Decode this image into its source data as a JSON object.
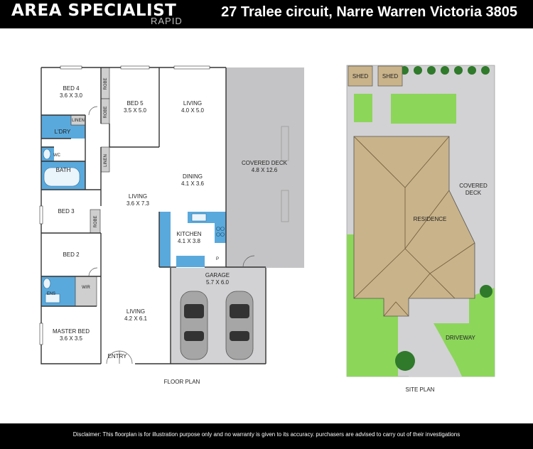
{
  "header": {
    "logo": "AREA SPECIALIST",
    "logo_sub": "RAPID",
    "address": "27 Tralee circuit, Narre Warren Victoria 3805"
  },
  "floor_plan": {
    "caption": "FLOOR PLAN",
    "rooms": {
      "bed4": {
        "name": "BED 4",
        "size": "3.6 X 3.0"
      },
      "bed5": {
        "name": "BED 5",
        "size": "3.5 X 5.0"
      },
      "living_top": {
        "name": "LIVING",
        "size": "4.0 X 5.0"
      },
      "covered_deck": {
        "name": "COVERED DECK",
        "size": "4.8 X 12.6"
      },
      "ldry": {
        "name": "L'DRY"
      },
      "linen1": {
        "name": "LINEN"
      },
      "linen2": {
        "name": "LINEN"
      },
      "robe1": {
        "name": "ROBE"
      },
      "robe2": {
        "name": "ROBE"
      },
      "robe3": {
        "name": "ROBE"
      },
      "wc": {
        "name": "WC"
      },
      "bath": {
        "name": "BATH"
      },
      "dining": {
        "name": "DINING",
        "size": "4.1 X 3.6"
      },
      "living_mid": {
        "name": "LIVING",
        "size": "3.6 X 7.3"
      },
      "bed3": {
        "name": "BED 3"
      },
      "kitchen": {
        "name": "KITCHEN",
        "size": "4.1 X 3.8"
      },
      "pantry": {
        "name": "P"
      },
      "bed2": {
        "name": "BED 2"
      },
      "garage": {
        "name": "GARAGE",
        "size": "5.7 X 6.0"
      },
      "ens": {
        "name": "ENS"
      },
      "wir": {
        "name": "WIR"
      },
      "living_bottom": {
        "name": "LIVING",
        "size": "4.2 X 6.1"
      },
      "master": {
        "name": "MASTER BED",
        "size": "3.6 X 3.5"
      },
      "entry": {
        "name": "ENTRY"
      }
    }
  },
  "site_plan": {
    "caption": "SITE PLAN",
    "shed1": "SHED",
    "shed2": "SHED",
    "residence": "RESIDENCE",
    "covered_deck_1": "COVERED",
    "covered_deck_2": "DECK",
    "driveway": "DRIVEWAY"
  },
  "footer": {
    "disclaimer": "Disclaimer: This floorplan is for illustration purpose only and no warranty is given to its accuracy. purchasers are advised to carry out of their investigations"
  },
  "colors": {
    "roof": "#c9b38a",
    "grass": "#8cd65a",
    "paving": "#d2d2d4",
    "deck": "#c4c4c6",
    "water": "#5aa9dc"
  }
}
